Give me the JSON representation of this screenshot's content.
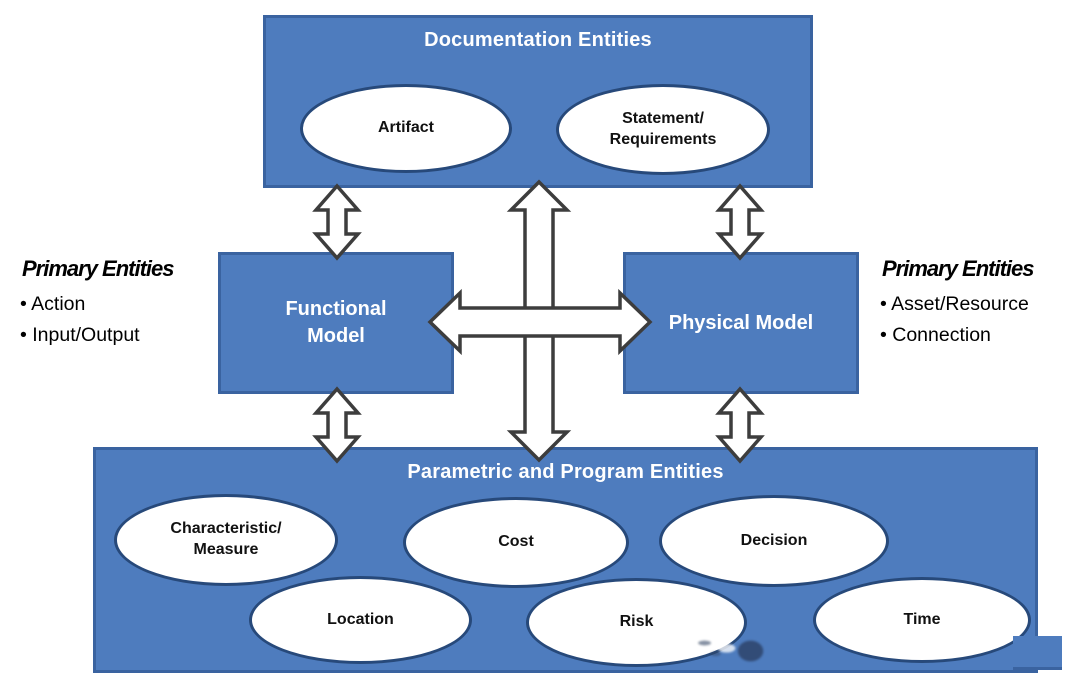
{
  "bullet_char": "•",
  "colors": {
    "box_fill": "#4e7cbe",
    "box_border": "#3a63a0",
    "ellipse_fill": "#ffffff",
    "ellipse_border": "#27497a",
    "arrow_fill": "#ffffff",
    "arrow_outline": "#3d3d3d",
    "title_text": "#ffffff",
    "body_text": "#111111"
  },
  "documentation_box": {
    "title": "Documentation Entities",
    "entities": [
      "Artifact",
      "Statement/\nRequirements"
    ]
  },
  "functional_model": {
    "label": "Functional\nModel"
  },
  "physical_model": {
    "label": "Physical Model"
  },
  "left_panel": {
    "title": "Primary Entities",
    "items": [
      "Action",
      "Input/Output"
    ]
  },
  "right_panel": {
    "title": "Primary Entities",
    "items": [
      "Asset/Resource",
      "Connection"
    ]
  },
  "parametric_box": {
    "title": "Parametric and Program Entities",
    "entities_row1": [
      "Characteristic/\nMeasure",
      "Cost",
      "Decision"
    ],
    "entities_row2": [
      "Location",
      "Risk",
      "Time"
    ]
  }
}
